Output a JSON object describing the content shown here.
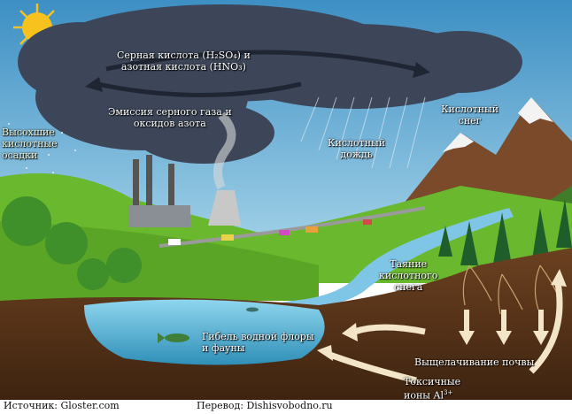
{
  "labels": {
    "acids": "Серная кислота (H₂SO₄) и азотная кислота (HNO₃)",
    "acids_line1": "Серная кислота (H₂SO₄) и",
    "acids_line2": "азотная кислота (HNO₃)",
    "emission_line1": "Эмиссия серного газа и",
    "emission_line2": "оксидов азота",
    "dry_line1": "Высохшие",
    "dry_line2": "кислотные",
    "dry_line3": "осадки",
    "snow_line1": "Кислотный",
    "snow_line2": "снег",
    "rain_line1": "Кислотный",
    "rain_line2": "дождь",
    "melt_line1": "Таяние",
    "melt_line2": "кислотного",
    "melt_line3": "снега",
    "death_line1": "Гибель водной флоры",
    "death_line2": "и фауны",
    "leach": "Выщелачивание почвы",
    "toxic_line1": "Токсичные",
    "toxic_line2": "ионы Al",
    "toxic_sup": "3+"
  },
  "footer": {
    "source": "Источник: Gloster.com",
    "translation": "Перевод: Dishisvobodno.ru"
  },
  "colors": {
    "sky": "#5aa6cf",
    "cloud": "#3c4658",
    "water": "#5ab8d8",
    "grass": "#6ab82e",
    "soil": "#5a3518",
    "sun": "#f7c21d"
  }
}
